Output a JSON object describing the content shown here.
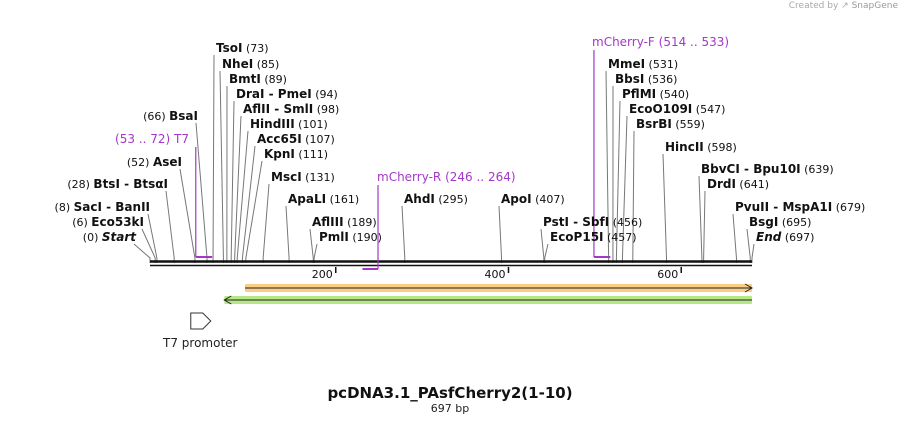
{
  "credit": {
    "prefix": "Created by",
    "brand": "SnapGene"
  },
  "title": "pcDNA3.1_PAsfCherry2(1-10)",
  "length": "697 bp",
  "ruler": {
    "start": 0,
    "end": 697,
    "ticks": [
      "200",
      "400",
      "600"
    ]
  },
  "sites": [
    {
      "segs": [
        {
          "t": "TsoI",
          "c": "enz"
        },
        {
          "t": "  (73)",
          "c": "pos"
        }
      ],
      "bp": 73
    },
    {
      "segs": [
        {
          "t": "NheI",
          "c": "enz"
        },
        {
          "t": "  (85)",
          "c": "pos"
        }
      ],
      "bp": 85
    },
    {
      "segs": [
        {
          "t": "BmtI",
          "c": "enz"
        },
        {
          "t": "  (89)",
          "c": "pos"
        }
      ],
      "bp": 89
    },
    {
      "segs": [
        {
          "t": "DraI",
          "c": "enz"
        },
        {
          "t": "  - ",
          "c": "enz"
        },
        {
          "t": "PmeI",
          "c": "enz"
        },
        {
          "t": "  (94)",
          "c": "pos"
        }
      ],
      "bp": 94
    },
    {
      "segs": [
        {
          "t": "AflII",
          "c": "enz"
        },
        {
          "t": "  - ",
          "c": "enz"
        },
        {
          "t": "SmlI",
          "c": "enz"
        },
        {
          "t": "  (98)",
          "c": "pos"
        }
      ],
      "bp": 98
    },
    {
      "segs": [
        {
          "t": "HindIII",
          "c": "enz"
        },
        {
          "t": "  (101)",
          "c": "pos"
        }
      ],
      "bp": 101
    },
    {
      "segs": [
        {
          "t": "Acc65I",
          "c": "enz"
        },
        {
          "t": "  (107)",
          "c": "pos"
        }
      ],
      "bp": 107
    },
    {
      "segs": [
        {
          "t": "KpnI",
          "c": "enz"
        },
        {
          "t": "  (111)",
          "c": "pos"
        }
      ],
      "bp": 111
    },
    {
      "segs": [
        {
          "t": "MscI",
          "c": "enz"
        },
        {
          "t": "  (131)",
          "c": "pos"
        }
      ],
      "bp": 131
    },
    {
      "segs": [
        {
          "t": "ApaLI",
          "c": "enz"
        },
        {
          "t": "  (161)",
          "c": "pos"
        }
      ],
      "bp": 161
    },
    {
      "segs": [
        {
          "t": "AflIII",
          "c": "enz"
        },
        {
          "t": "  (189)",
          "c": "pos"
        }
      ],
      "bp": 189
    },
    {
      "segs": [
        {
          "t": "PmlI",
          "c": "enz"
        },
        {
          "t": "  (190)",
          "c": "pos"
        }
      ],
      "bp": 190
    },
    {
      "segs": [
        {
          "t": "AhdI",
          "c": "enz"
        },
        {
          "t": "  (295)",
          "c": "pos"
        }
      ],
      "bp": 295
    },
    {
      "segs": [
        {
          "t": "ApoI",
          "c": "enz"
        },
        {
          "t": "  (407)",
          "c": "pos"
        }
      ],
      "bp": 407
    },
    {
      "segs": [
        {
          "t": "PstI",
          "c": "enz"
        },
        {
          "t": "  - ",
          "c": "enz"
        },
        {
          "t": "SbfI",
          "c": "enz"
        },
        {
          "t": "  (456)",
          "c": "pos"
        }
      ],
      "bp": 456
    },
    {
      "segs": [
        {
          "t": "EcoP15I",
          "c": "enz"
        },
        {
          "t": "  (457)",
          "c": "pos"
        }
      ],
      "bp": 457
    },
    {
      "segs": [
        {
          "t": "(66)  ",
          "c": "pos"
        },
        {
          "t": "BsaI",
          "c": "enz"
        }
      ],
      "bp": 66
    },
    {
      "segs": [
        {
          "t": "(52)  ",
          "c": "pos"
        },
        {
          "t": "AseI",
          "c": "enz"
        }
      ],
      "bp": 52
    },
    {
      "segs": [
        {
          "t": "(28)  ",
          "c": "pos"
        },
        {
          "t": "BtsI",
          "c": "enz"
        },
        {
          "t": "  - ",
          "c": "enz"
        },
        {
          "t": "BtsαI",
          "c": "enz"
        }
      ],
      "bp": 28
    },
    {
      "segs": [
        {
          "t": "(8)  ",
          "c": "pos"
        },
        {
          "t": "SacI",
          "c": "enz"
        },
        {
          "t": "  - ",
          "c": "enz"
        },
        {
          "t": "BanII",
          "c": "enz"
        }
      ],
      "bp": 8
    },
    {
      "segs": [
        {
          "t": "(6)  ",
          "c": "pos"
        },
        {
          "t": "Eco53kI",
          "c": "enz"
        }
      ],
      "bp": 6
    },
    {
      "segs": [
        {
          "t": "(0)  ",
          "c": "pos"
        },
        {
          "t": "Start",
          "c": "enz em"
        }
      ],
      "bp": 0
    },
    {
      "segs": [
        {
          "t": "MmeI",
          "c": "enz"
        },
        {
          "t": "  (531)",
          "c": "pos"
        }
      ],
      "bp": 531
    },
    {
      "segs": [
        {
          "t": "BbsI",
          "c": "enz"
        },
        {
          "t": "  (536)",
          "c": "pos"
        }
      ],
      "bp": 536
    },
    {
      "segs": [
        {
          "t": "PflMI",
          "c": "enz"
        },
        {
          "t": "  (540)",
          "c": "pos"
        }
      ],
      "bp": 540
    },
    {
      "segs": [
        {
          "t": "EcoO109I",
          "c": "enz"
        },
        {
          "t": "  (547)",
          "c": "pos"
        }
      ],
      "bp": 547
    },
    {
      "segs": [
        {
          "t": "BsrBI",
          "c": "enz"
        },
        {
          "t": "  (559)",
          "c": "pos"
        }
      ],
      "bp": 559
    },
    {
      "segs": [
        {
          "t": "HincII",
          "c": "enz"
        },
        {
          "t": "  (598)",
          "c": "pos"
        }
      ],
      "bp": 598
    },
    {
      "segs": [
        {
          "t": "BbvCI",
          "c": "enz"
        },
        {
          "t": "  - ",
          "c": "enz"
        },
        {
          "t": "Bpu10I",
          "c": "enz"
        },
        {
          "t": "  (639)",
          "c": "pos"
        }
      ],
      "bp": 639
    },
    {
      "segs": [
        {
          "t": "DrdI",
          "c": "enz"
        },
        {
          "t": "  (641)",
          "c": "pos"
        }
      ],
      "bp": 641
    },
    {
      "segs": [
        {
          "t": "PvuII",
          "c": "enz"
        },
        {
          "t": "  - ",
          "c": "enz"
        },
        {
          "t": "MspA1I",
          "c": "enz"
        },
        {
          "t": "  (679)",
          "c": "pos"
        }
      ],
      "bp": 679
    },
    {
      "segs": [
        {
          "t": "BsgI",
          "c": "enz"
        },
        {
          "t": "  (695)",
          "c": "pos"
        }
      ],
      "bp": 695
    },
    {
      "segs": [
        {
          "t": "End",
          "c": "enz em"
        },
        {
          "t": "  (697)",
          "c": "pos"
        }
      ],
      "bp": 697
    }
  ],
  "primers": [
    {
      "segs": [
        {
          "t": "(53 .. 72)  ",
          "c": "feat"
        },
        {
          "t": "T7",
          "c": "feat"
        }
      ],
      "start": 53,
      "end": 72
    },
    {
      "segs": [
        {
          "t": "mCherry-R",
          "c": "feat"
        },
        {
          "t": "   (246 .. 264)",
          "c": "feat"
        }
      ],
      "start": 246,
      "end": 264
    },
    {
      "segs": [
        {
          "t": "mCherry-F",
          "c": "feat"
        },
        {
          "t": "   (514 .. 533)",
          "c": "feat"
        }
      ],
      "start": 514,
      "end": 533
    }
  ],
  "features": [
    {
      "label": "T7 promoter",
      "start": 53,
      "end": 72,
      "color": "#ffffff",
      "direction": "forward"
    },
    {
      "label": "",
      "start": 110,
      "end": 697,
      "color": "#f5a623",
      "direction": "forward"
    },
    {
      "label": "",
      "start": 86,
      "end": 697,
      "color": "#7ed321",
      "direction": "reverse"
    }
  ],
  "colors": {
    "primer": "#a537c8",
    "backbone": "#111111"
  }
}
